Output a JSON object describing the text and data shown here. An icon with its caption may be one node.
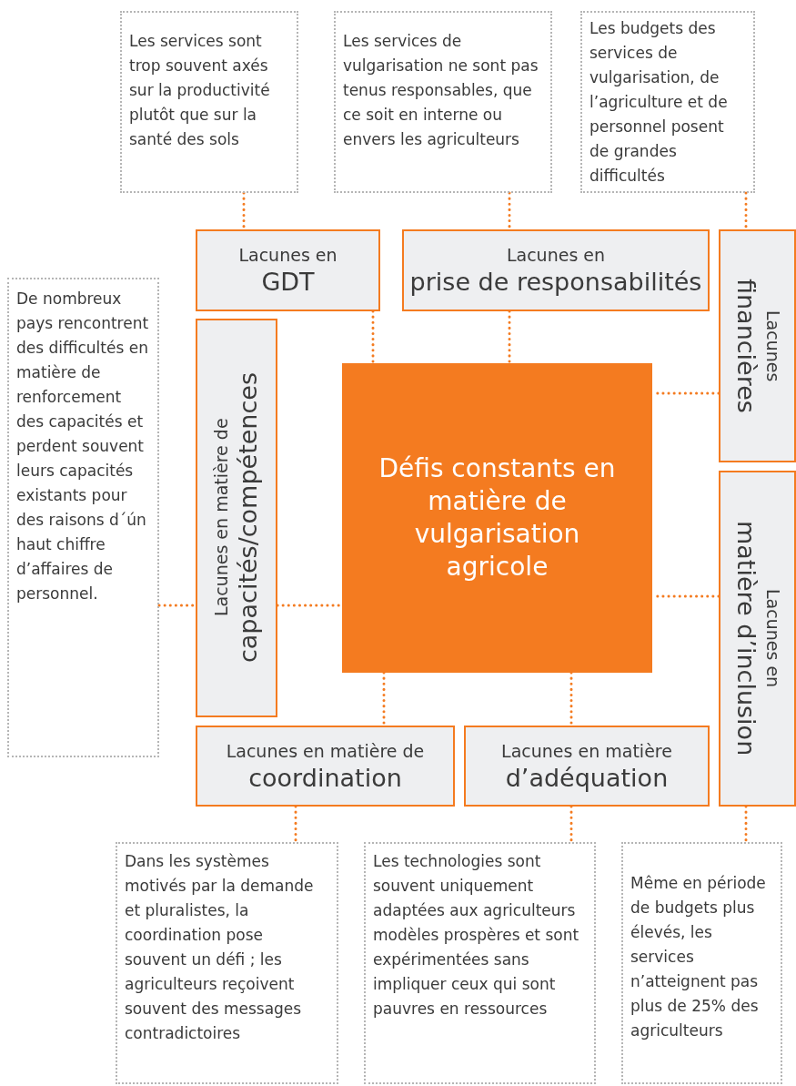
{
  "diagram": {
    "nodes": [
      {
        "text": [
          "Les services sont trop souvent axés sur la productivité plutôt que sur la santé des sols"
        ]
      },
      {
        "text": [
          "Les services de vulgarisation ne sont pas tenus responsables, que ce soit en interne ou envers les agriculteurs"
        ]
      },
      {
        "text": [
          "Les budgets des services de vulgarisation, de l’agriculture et de personnel posent de grandes difficultés"
        ]
      },
      {
        "text": [
          "Lacunes en",
          "GDT"
        ]
      },
      {
        "text": [
          "Lacunes en",
          "prise de responsabilités"
        ]
      },
      {
        "text": [
          "Lacunes",
          "financières"
        ]
      },
      {
        "text": [
          "De nombreux pays rencontrent des difficultés en matière de renforcement des capacités et perdent souvent leurs capacités existants pour des raisons d´ún haut chiffre d’affaires de personnel."
        ]
      },
      {
        "text": [
          "Lacunes en matière de",
          "capacités/compétences"
        ]
      },
      {
        "text": [
          "Défis constants en matière de vulgarisation agricole"
        ]
      },
      {
        "text": [
          "Lacunes en",
          "matière d’inclusion"
        ]
      },
      {
        "text": [
          "Lacunes en matière de",
          "coordination"
        ]
      },
      {
        "text": [
          "Lacunes en matière",
          "d’adéquation"
        ]
      },
      {
        "text": [
          "Dans les systèmes motivés par la demande et pluralistes, la coordination pose souvent un défi ; les agriculteurs reçoivent souvent des messages contradictoires"
        ]
      },
      {
        "text": [
          "Les technologies sont souvent uniquement adaptées aux agriculteurs modèles prospères et sont expérimentées sans impliquer  ceux qui sont pauvres en ressources"
        ]
      },
      {
        "text": [
          "Même en période de budgets plus élevés, les services n’atteignent pas plus de 25% des agriculteurs"
        ]
      }
    ],
    "edges": [
      {
        "from": 0,
        "to": 3,
        "arrow": "none",
        "style": "dashed"
      },
      {
        "from": 1,
        "to": 4,
        "arrow": "none",
        "style": "dashed"
      },
      {
        "from": 2,
        "to": 5,
        "arrow": "none",
        "style": "dashed"
      },
      {
        "from": 3,
        "to": 8,
        "arrow": "none",
        "style": "dashed"
      },
      {
        "from": 4,
        "to": 8,
        "arrow": "none",
        "style": "dashed"
      },
      {
        "from": 5,
        "to": 8,
        "arrow": "none",
        "style": "dashed"
      },
      {
        "from": 6,
        "to": 7,
        "arrow": "none",
        "style": "dashed"
      },
      {
        "from": 7,
        "to": 8,
        "arrow": "none",
        "style": "dashed"
      },
      {
        "from": 9,
        "to": 8,
        "arrow": "none",
        "style": "dashed"
      },
      {
        "from": 8,
        "to": 10,
        "arrow": "none",
        "style": "dashed"
      },
      {
        "from": 8,
        "to": 11,
        "arrow": "none",
        "style": "dashed"
      },
      {
        "from": 10,
        "to": 12,
        "arrow": "none",
        "style": "dashed"
      },
      {
        "from": 11,
        "to": 13,
        "arrow": "none",
        "style": "dashed"
      },
      {
        "from": 9,
        "to": 14,
        "arrow": "none",
        "style": "dashed"
      }
    ]
  }
}
